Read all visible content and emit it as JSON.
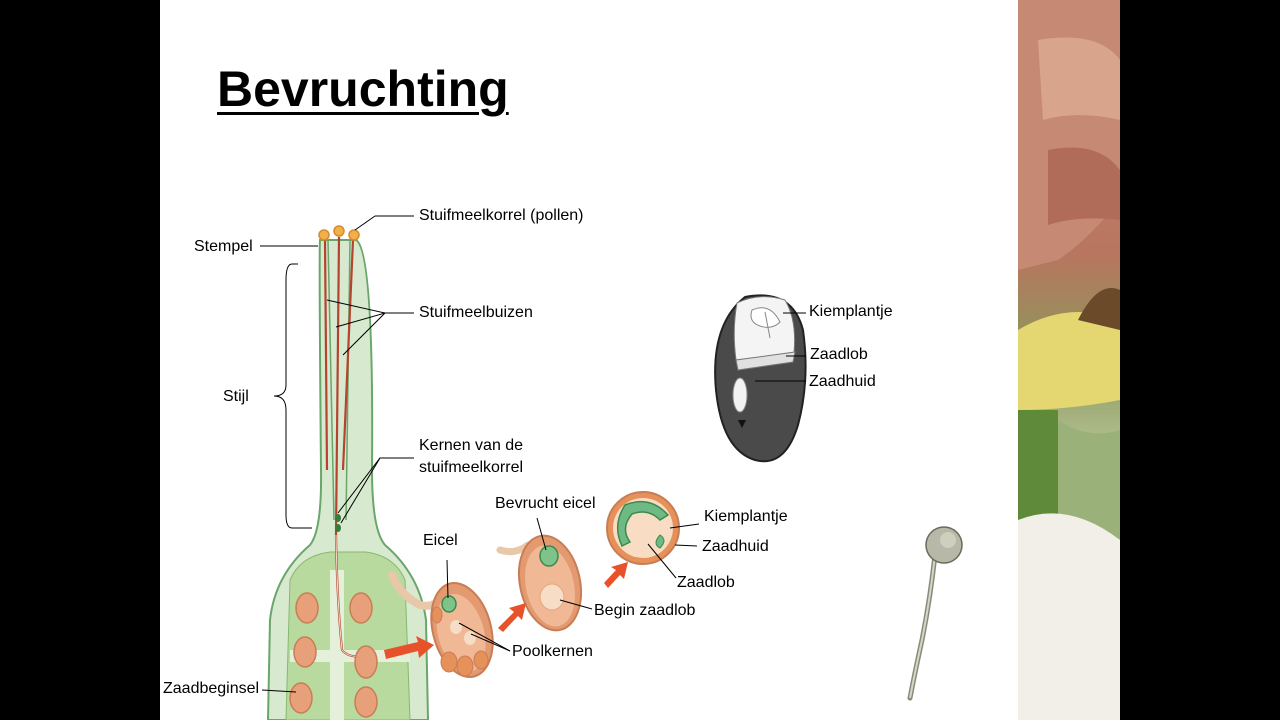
{
  "slide": {
    "title": "Bevruchting",
    "labels": {
      "stempel": "Stempel",
      "stuifmeelkorrel": "Stuifmeelkorrel (pollen)",
      "stuifmeelbuizen": "Stuifmeelbuizen",
      "stijl": "Stijl",
      "kernen_line1": "Kernen van de",
      "kernen_line2": "stuifmeelkorrel",
      "zaadbeginsel": "Zaadbeginsel",
      "eicel": "Eicel",
      "poolkernen": "Poolkernen",
      "bevrucht_eicel": "Bevrucht eicel",
      "begin_zaadlob": "Begin zaadlob",
      "kiemplantje_small": "Kiemplantje",
      "zaadhuid_small": "Zaadhuid",
      "zaadlob_small": "Zaadlob",
      "kiemplantje_seed": "Kiemplantje",
      "zaadlob_seed": "Zaadlob",
      "zaadhuid_seed": "Zaadhuid"
    }
  },
  "colors": {
    "slide_background": "#ffffff",
    "outer_background": "#000000",
    "pistil_green": "#cfe6c4",
    "ovary_green": "#b5d89a",
    "ovule_orange": "#e9a27a",
    "arrow_red": "#e8522a",
    "pollen_tube": "#c0392b",
    "seed_dark": "#444444"
  }
}
